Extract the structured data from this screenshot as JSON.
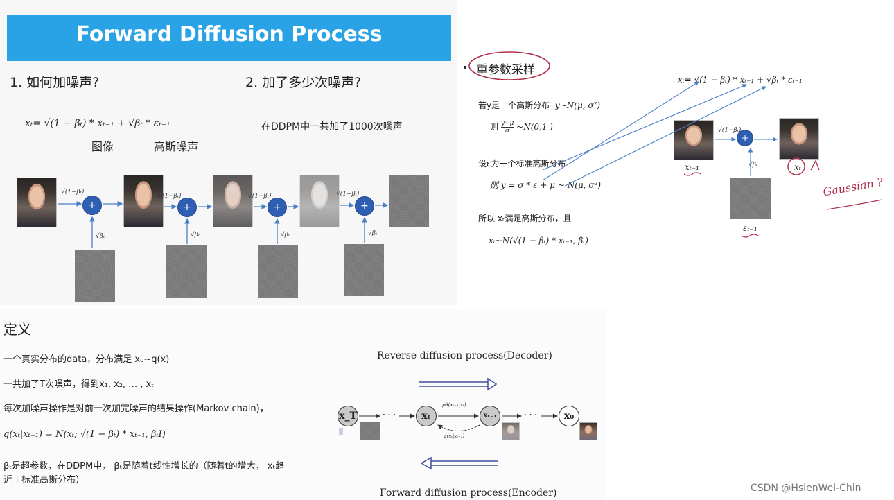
{
  "left_slide": {
    "banner_title": "Forward Diffusion Process",
    "q1": "1. 如何加噪声?",
    "q2": "2. 加了多少次噪声?",
    "formula_lhs": "x",
    "formula_text": "xₜ= √(1 − βₜ) * xₜ₋₁ + √βₜ * εₜ₋₁",
    "label_image": "图像",
    "label_noise": "高斯噪声",
    "ddpm_text": "在DDPM中一共加了1000次噪声",
    "arrow_label_top": "√(1−βₜ)",
    "arrow_label_bottom": "√βₜ",
    "plus_sign": "+"
  },
  "right_slide": {
    "bullet": "•",
    "heading": "重参数采样",
    "line1_text": "若y是一个高斯分布",
    "line1_math": "y~N(μ, σ²)",
    "line2_prefix": "则",
    "line2_frac_num": "y−μ",
    "line2_frac_den": "σ",
    "line2_rest": "~N(0,1 )",
    "line3": "设ε为一个标准高斯分布",
    "line4": "则 y = σ * ε + μ  ~ N(μ, σ²)",
    "line5": "所以 xₜ满足高斯分布，且",
    "line6": "xₜ~N(√(1 − βₜ) * xₜ₋₁, βₜ)",
    "top_formula": "xₜ= √(1 − βₜ) * xₜ₋₁ + √βₜ * εₜ₋₁",
    "label_xt_minus_1": "xₜ₋₁",
    "label_xt": "xₜ",
    "label_eps": "εₜ₋₁",
    "arrow_top": "√(1−βₜ)",
    "arrow_bottom": "√βₜ",
    "plus_sign": "+",
    "handwritten": "Gaussian ?"
  },
  "bottom_slide": {
    "heading": "定义",
    "line1": "一个真实分布的data，分布满足 x₀~q(x)",
    "line2": "一共加了T次噪声，得到x₁, x₂, … , xₜ",
    "line3": "每次加噪声操作是对前一次加完噪声的结果操作(Markov chain)，",
    "line4": "q(xₜ|xₜ₋₁) = N(xₜ; √(1 − βₜ) * xₜ₋₁, βₜI)",
    "line5": "βₜ是超参数，在DDPM中， βₜ是随着t线性增长的（随着t的增大， xₜ趋",
    "line6": "近于标准高斯分布）",
    "reverse_label": "Reverse diffusion process(Decoder)",
    "forward_label": "Forward diffusion process(Encoder)",
    "node_xT": "x_T",
    "node_xt": "xₜ",
    "node_xt1": "xₜ₋₁",
    "node_x0": "x₀",
    "dots": "· · ·",
    "p_label": "pθ(xₜ₋₁|xₜ)",
    "q_label": "q(xₜ|xₜ₋₁)"
  },
  "watermark": "CSDN @HsienWei-Chin",
  "colors": {
    "banner": "#2aa3e6",
    "plus_node": "#2f5fb3",
    "arrow": "#4a7fc8",
    "handwriting": "#b0304a"
  }
}
